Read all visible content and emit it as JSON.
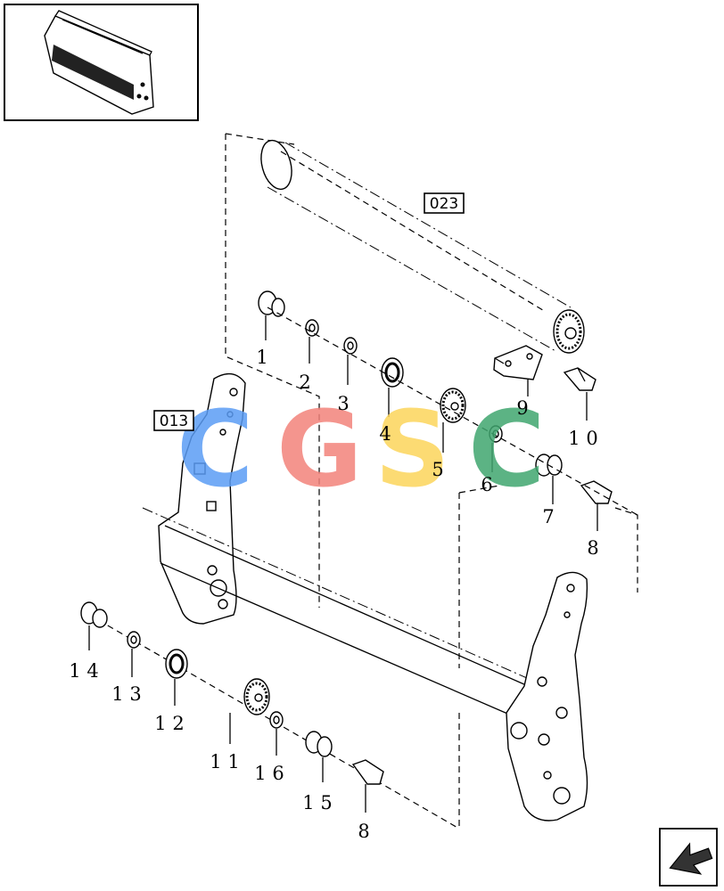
{
  "labels": {
    "p1": "1",
    "p2": "2",
    "p3": "3",
    "p4": "4",
    "p5": "5",
    "p6": "6",
    "p7": "7",
    "p8a": "8",
    "p9": "9",
    "p10": "1 0",
    "p14": "1 4",
    "p13": "1 3",
    "p12": "1 2",
    "p11": "1 1",
    "p16": "1 6",
    "p15": "1 5",
    "p8b": "8"
  },
  "refs": {
    "r023": "023",
    "r013": "013"
  },
  "watermark": {
    "letters": [
      "C",
      "G",
      "S",
      "C"
    ],
    "colors": [
      "#5b9cf5",
      "#f2837a",
      "#fbd55a",
      "#3fa66e"
    ]
  },
  "icons": {
    "thumbnail": "header-assembly-thumbnail",
    "nav": "previous-page-arrow-icon"
  }
}
